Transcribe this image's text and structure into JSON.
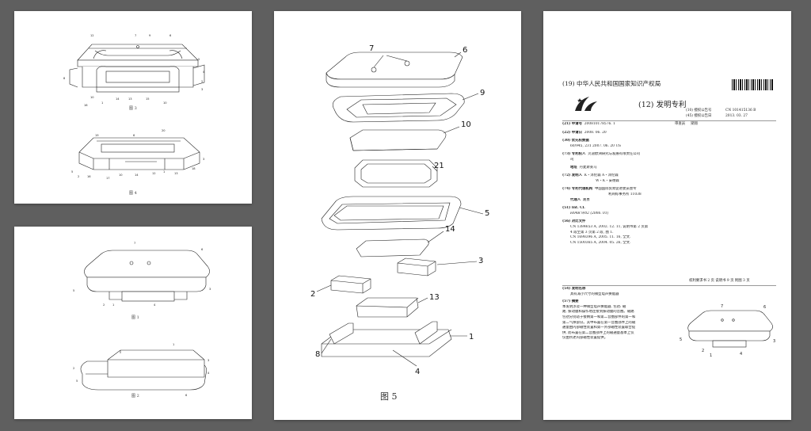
{
  "sheet1": {
    "caption_top": "图 3",
    "caption_bottom": "图 4",
    "fig3_labels": [
      "12",
      "7",
      "9",
      "6",
      "5",
      "8",
      "10",
      "16",
      "1",
      "14",
      "13",
      "15",
      "10",
      "4",
      "3",
      "2"
    ],
    "fig4_labels": [
      "19",
      "6",
      "20",
      "3",
      "5",
      "2",
      "16",
      "17",
      "10",
      "14",
      "12",
      "1",
      "18",
      "13"
    ]
  },
  "sheet2": {
    "caption_top": "图 1",
    "caption_bottom": "图 2",
    "fig1_labels": [
      "7",
      "6",
      "5",
      "2",
      "1",
      "4",
      "3"
    ],
    "fig2_labels": [
      "1",
      "2",
      "3",
      "4",
      "5",
      "6"
    ]
  },
  "sheet3": {
    "caption": "图 5",
    "labels": [
      "7",
      "6",
      "9",
      "10",
      "21",
      "5",
      "14",
      "3",
      "2",
      "13",
      "8",
      "1",
      "4"
    ]
  },
  "cover": {
    "office": "(19) 中华人民共和国国家知识产权局",
    "doc_type": "(12) 发明专利",
    "grant_no_label": "(10) 授权公告号",
    "grant_no": "CN 101415136 B",
    "grant_date_label": "(45) 授权公告日",
    "grant_date": "2013. 03. 27",
    "fields": [
      {
        "label": "(21) 申请号",
        "value": "200810178576. 1"
      },
      {
        "label": "(22) 申请日",
        "value": "2008. 06. 20"
      },
      {
        "label": "(30) 优先权数据",
        "value": ""
      },
      {
        "label": "",
        "value": "60/945, 231 2007. 06. 20 US"
      },
      {
        "label": "(73) 专利权人",
        "value": "贝迪欧洲研究与发展有限责任公司"
      },
      {
        "label": "",
        "value": "司"
      },
      {
        "label": "地址",
        "value": "丹麦斯莱乌"
      },
      {
        "label": "(72) 发明人",
        "value": "K・泽伦森    A・泽伦森"
      },
      {
        "label": "",
        "value": "W・K・安德森"
      },
      {
        "label": "(74) 专利代理机构",
        "value": "中国国际贸易促进委员会专"
      },
      {
        "label": "",
        "value": "利商标事务所  11038"
      },
      {
        "label": "代理人",
        "value": "路勇"
      },
      {
        "label": "(51) Int. Cl.",
        "value": ""
      },
      {
        "label": "",
        "value": "H04R 9/02 (2006. 01)"
      },
      {
        "label": "(56) 对比文件",
        "value": ""
      },
      {
        "label": "",
        "value": "CN  1384653 A, 2002. 12. 11, 说明书第 2 页第"
      },
      {
        "label": "",
        "value": "4 段至第 3 页第 2 段, 图 1."
      },
      {
        "label": "",
        "value": "CN  1698396 A, 2005. 11. 16, 全文."
      },
      {
        "label": "",
        "value": "CN  1500365 A, 2004. 05. 26, 全文."
      }
    ],
    "examiner_label": "审查员",
    "examiner": "梁翔",
    "claims_note": "权利要求书 2 页   说明书 9 页   附图 3 页",
    "title_label": "(54) 发明名称",
    "title": "具有减小尺寸的微型电声换能器",
    "abstract_label": "(57) 摘要",
    "abstract_lines": [
      "本发明涉及一种微型电声换能器, 包括: 磁",
      "路, 振动膜和操作地连接到振动膜的音圈。磁路",
      "包括分别适于接纳第一和第二音圈部件的第一和",
      "第二气隙部分。其中布置在第一音圈部件上的磁",
      "通量由内部磁性装置和第一外部磁性装置联合提",
      "供, 而布置在第二音圈部件上的磁通量基本上仅",
      "仅由所述内部磁性装置提供。"
    ],
    "thumb_labels": [
      "7",
      "6",
      "5",
      "2",
      "1",
      "4",
      "3"
    ]
  }
}
